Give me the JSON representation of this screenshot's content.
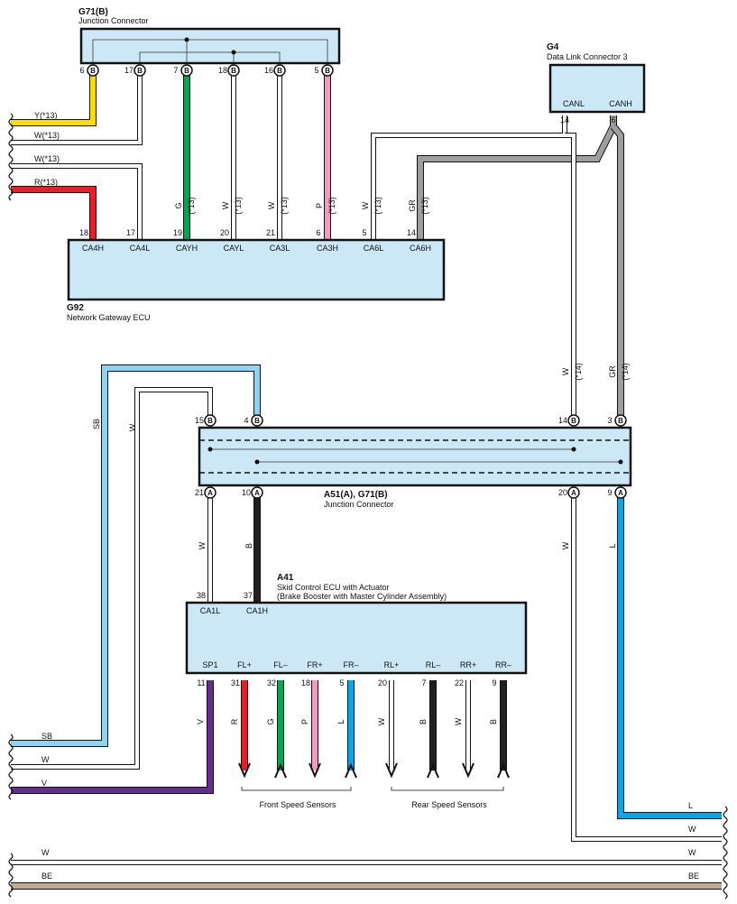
{
  "title": "",
  "components": {
    "g71b_top": {
      "id": "G71(B)",
      "name": "Junction Connector"
    },
    "g4": {
      "id": "G4",
      "name": "Data Link Connector 3",
      "pin_labels": [
        "CANL",
        "CANH"
      ],
      "pins": [
        "14",
        "6"
      ]
    },
    "g92": {
      "id": "G92",
      "name": "Network Gateway ECU",
      "terminals": [
        {
          "pin": "18",
          "label": "CA4H"
        },
        {
          "pin": "17",
          "label": "CA4L"
        },
        {
          "pin": "19",
          "label": "CAYH"
        },
        {
          "pin": "20",
          "label": "CAYL"
        },
        {
          "pin": "21",
          "label": "CA3L"
        },
        {
          "pin": "6",
          "label": "CA3H"
        },
        {
          "pin": "5",
          "label": "CA6L"
        },
        {
          "pin": "14",
          "label": "CA6H"
        }
      ]
    },
    "a51": {
      "id": "A51(A), G71(B)",
      "name": "Junction Connector"
    },
    "a41": {
      "id": "A41",
      "name": "Skid Control ECU with Actuator",
      "subname": "(Brake Booster with Master Cylinder Assembly)",
      "top_terminals": [
        {
          "pin": "38",
          "label": "CA1L"
        },
        {
          "pin": "37",
          "label": "CA1H"
        }
      ],
      "bottom_terminals": [
        {
          "pin": "11",
          "label": "SP1"
        },
        {
          "pin": "31",
          "label": "FL+"
        },
        {
          "pin": "32",
          "label": "FL–"
        },
        {
          "pin": "18",
          "label": "FR+"
        },
        {
          "pin": "5",
          "label": "FR–"
        },
        {
          "pin": "20",
          "label": "RL+"
        },
        {
          "pin": "7",
          "label": "RL–"
        },
        {
          "pin": "22",
          "label": "RR+"
        },
        {
          "pin": "9",
          "label": "RR–"
        }
      ]
    }
  },
  "g71b_top_pins": [
    {
      "num": "6",
      "letter": "B"
    },
    {
      "num": "17",
      "letter": "B"
    },
    {
      "num": "7",
      "letter": "B"
    },
    {
      "num": "18",
      "letter": "B"
    },
    {
      "num": "16",
      "letter": "B"
    },
    {
      "num": "5",
      "letter": "B"
    }
  ],
  "a51_top_pins": [
    {
      "num": "15",
      "letter": "B"
    },
    {
      "num": "4",
      "letter": "B"
    },
    {
      "num": "14",
      "letter": "B"
    },
    {
      "num": "3",
      "letter": "B"
    }
  ],
  "a51_bottom_pins": [
    {
      "num": "21",
      "letter": "A"
    },
    {
      "num": "10",
      "letter": "A"
    },
    {
      "num": "20",
      "letter": "A"
    },
    {
      "num": "9",
      "letter": "A"
    }
  ],
  "wire_labels": {
    "left_top": [
      "Y(*13)",
      "W(*13)",
      "W(*13)",
      "R(*13)"
    ],
    "g92_vertical": [
      {
        "color": "G",
        "note": "(*13)"
      },
      {
        "color": "W",
        "note": "(*13)"
      },
      {
        "color": "W",
        "note": "(*13)"
      },
      {
        "color": "P",
        "note": "(*13)"
      },
      {
        "color": "W",
        "note": "(*13)"
      },
      {
        "color": "GR",
        "note": "(*13)"
      }
    ],
    "g4_vertical": [
      {
        "color": "W",
        "note": "(*14)"
      },
      {
        "color": "GR",
        "note": "(*14)"
      }
    ],
    "sb": "SB",
    "w": "W",
    "a41_w": "W",
    "a41_b": "B",
    "right_w": "W",
    "right_l": "L",
    "sensor_colors": [
      "V",
      "R",
      "G",
      "P",
      "L",
      "W",
      "B",
      "W",
      "B"
    ],
    "bottom_left": [
      "SB",
      "W",
      "V"
    ],
    "bottom_right": [
      "L",
      "W",
      "W",
      "BE"
    ],
    "bottom_rails_left": [
      "W",
      "BE"
    ]
  },
  "groups": {
    "front": "Front Speed Sensors",
    "rear": "Rear Speed Sensors"
  },
  "colors": {
    "Y": "#ffdd00",
    "W": "#ffffff",
    "R": "#ee1c24",
    "G": "#00a651",
    "P": "#f49ac1",
    "GR": "#9e9e9e",
    "SB": "#8fd3f4",
    "L": "#00a9ec",
    "V": "#662d91",
    "B": "#231f20",
    "BE": "#c2a990",
    "box": "#cce8f6"
  }
}
